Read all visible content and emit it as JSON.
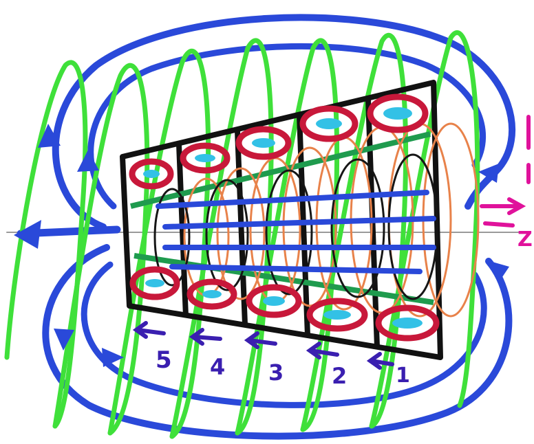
{
  "colors": {
    "background": "#ffffff",
    "outline": "#111111",
    "magnet_ring": "#c8183a",
    "magnet_core": "#33c1e6",
    "field_blue": "#2a49d9",
    "helix_green": "#3fe03a",
    "inner_coil_orange": "#e8824a",
    "inner_coil_black": "#161616",
    "green_band": "#1f9b4e",
    "marker_magenta": "#e0129b",
    "label_purple": "#3a1fb0"
  },
  "icons": {
    "section_arrow": "left-arrow-icon",
    "axis_arrow": "left-arrow-icon"
  },
  "segments": [
    {
      "label": "5"
    },
    {
      "label": "4"
    },
    {
      "label": "3"
    },
    {
      "label": "2"
    },
    {
      "label": "1"
    }
  ],
  "right_edge_label": "Z"
}
